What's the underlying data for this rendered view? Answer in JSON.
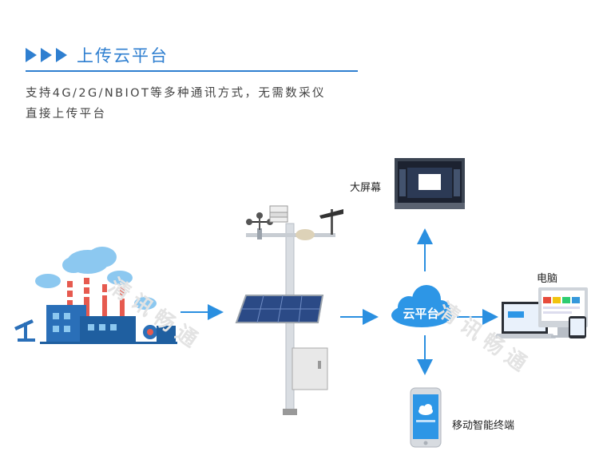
{
  "section": {
    "title": "上传云平台",
    "description_lines": [
      "支持4G/2G/NBIOT等多种通讯方式，无需数采仪",
      "直接上传平台"
    ]
  },
  "diagram": {
    "cloud_label": "云平台",
    "big_screen_label": "大屏幕",
    "computer_label": "电脑",
    "mobile_label": "移动智能终端"
  },
  "watermark": "清讯畅通",
  "colors": {
    "accent": "#2f7fd0",
    "arrow": "#2a8fe0",
    "cloud": "#2d96e6"
  },
  "icons": [
    "chevron-right-icon",
    "factory-icon",
    "weather-station-icon",
    "cloud-icon",
    "big-screen-icon",
    "computer-icon",
    "phone-icon"
  ]
}
